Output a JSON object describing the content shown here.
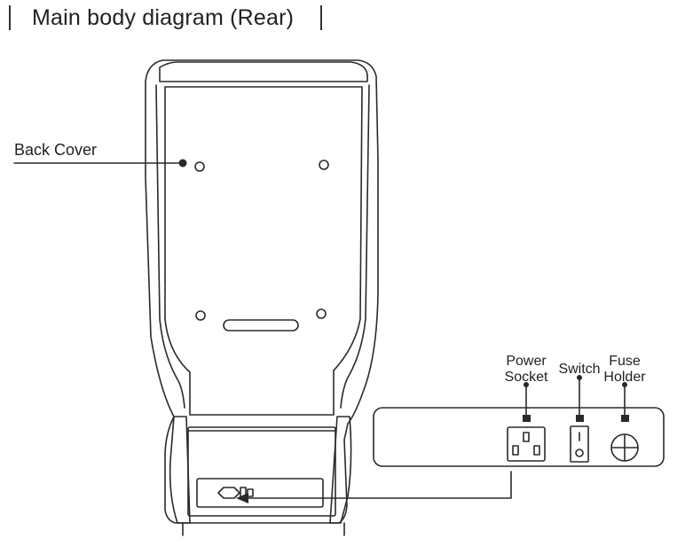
{
  "title": "Main body diagram (Rear)",
  "labels": {
    "back_cover": "Back Cover",
    "power_socket_line1": "Power",
    "power_socket_line2": "Socket",
    "switch": "Switch",
    "fuse_holder_line1": "Fuse",
    "fuse_holder_line2": "Holder"
  },
  "switch_marks": {
    "on": "I",
    "off": "O"
  },
  "colors": {
    "line": "#2a2a2a",
    "background": "#ffffff"
  }
}
